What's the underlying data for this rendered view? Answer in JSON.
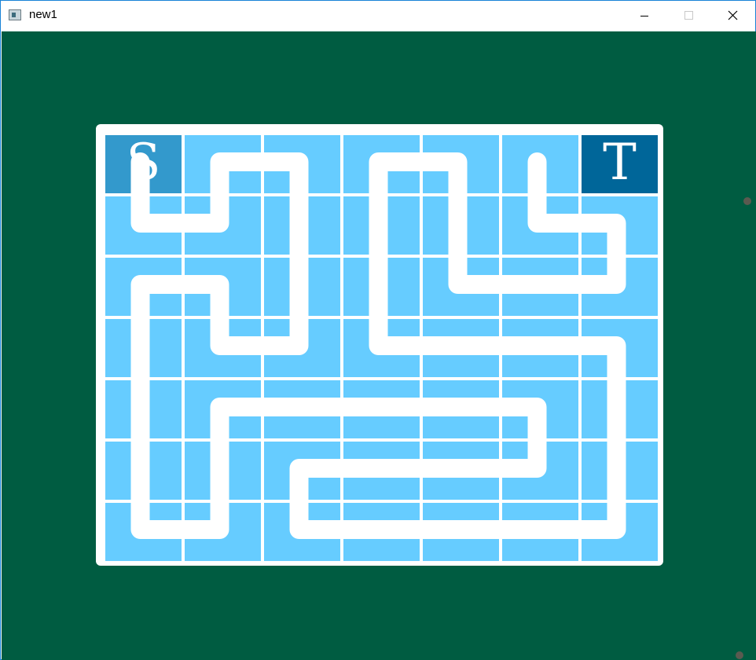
{
  "window": {
    "title": "new1",
    "controls": [
      "minimize-icon",
      "maximize-icon",
      "close-icon"
    ]
  },
  "colors": {
    "background": "#005c41",
    "board_border": "#ffffff",
    "cell": "#66ccff",
    "path": "#ffffff",
    "start_cell": "#3399cc",
    "target_cell": "#006699"
  },
  "maze": {
    "columns": 7,
    "rows": 7,
    "start": {
      "label": "S",
      "col": 0,
      "row": 0
    },
    "target": {
      "label": "T",
      "col": 6,
      "row": 0
    },
    "path": [
      [
        0,
        0
      ],
      [
        0,
        1
      ],
      [
        1,
        1
      ],
      [
        1,
        0
      ],
      [
        2,
        0
      ],
      [
        2,
        1
      ],
      [
        2,
        2
      ],
      [
        2,
        3
      ],
      [
        1,
        3
      ],
      [
        1,
        2
      ],
      [
        0,
        2
      ],
      [
        0,
        3
      ],
      [
        0,
        4
      ],
      [
        0,
        5
      ],
      [
        0,
        6
      ],
      [
        1,
        6
      ],
      [
        1,
        5
      ],
      [
        1,
        4
      ],
      [
        2,
        4
      ],
      [
        3,
        4
      ],
      [
        4,
        4
      ],
      [
        5,
        4
      ],
      [
        5,
        5
      ],
      [
        4,
        5
      ],
      [
        3,
        5
      ],
      [
        2,
        5
      ],
      [
        2,
        6
      ],
      [
        3,
        6
      ],
      [
        4,
        6
      ],
      [
        5,
        6
      ],
      [
        6,
        6
      ],
      [
        6,
        5
      ],
      [
        6,
        4
      ],
      [
        6,
        3
      ],
      [
        5,
        3
      ],
      [
        4,
        3
      ],
      [
        3,
        3
      ],
      [
        3,
        2
      ],
      [
        3,
        1
      ],
      [
        3,
        0
      ],
      [
        4,
        0
      ],
      [
        4,
        1
      ],
      [
        4,
        2
      ],
      [
        5,
        2
      ],
      [
        6,
        2
      ],
      [
        6,
        1
      ],
      [
        5,
        1
      ],
      [
        5,
        0
      ]
    ]
  }
}
